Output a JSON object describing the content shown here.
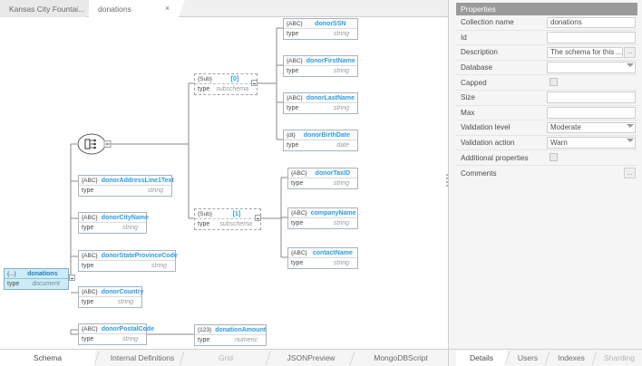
{
  "window": {
    "doc_tabs": [
      {
        "label": "Kansas City Fountai...",
        "active": false
      },
      {
        "label": "donations",
        "active": true,
        "close": "×"
      }
    ]
  },
  "diagram": {
    "root": {
      "type_tag": "{...}",
      "name": "donations",
      "key": "type",
      "value": "document",
      "selected": true
    },
    "choice_node": {
      "name": "choice-node",
      "tooltip": "anyOf"
    },
    "subschemas": [
      {
        "type_tag": "{Sub}",
        "name": "[0]",
        "key": "type",
        "value": "subschema"
      },
      {
        "type_tag": "{Sub}",
        "name": "[1]",
        "key": "type",
        "value": "subschema"
      }
    ],
    "fields": [
      {
        "type_tag": "{ABC}",
        "name": "donorSSN",
        "key": "type",
        "value": "string",
        "group": "sub0"
      },
      {
        "type_tag": "{ABC}",
        "name": "donorFirstName",
        "key": "type",
        "value": "string",
        "group": "sub0"
      },
      {
        "type_tag": "{ABC}",
        "name": "donorLastName",
        "key": "type",
        "value": "string",
        "group": "sub0"
      },
      {
        "type_tag": "{dt}",
        "name": "donorBirthDate",
        "key": "type",
        "value": "date",
        "group": "sub0"
      },
      {
        "type_tag": "{ABC}",
        "name": "donorTaxID",
        "key": "type",
        "value": "string",
        "group": "sub1"
      },
      {
        "type_tag": "{ABC}",
        "name": "companyName",
        "key": "type",
        "value": "string",
        "group": "sub1"
      },
      {
        "type_tag": "{ABC}",
        "name": "contactName",
        "key": "type",
        "value": "string",
        "group": "sub1"
      },
      {
        "type_tag": "{ABC}",
        "name": "donorAddressLine1Text",
        "key": "type",
        "value": "string",
        "group": "root"
      },
      {
        "type_tag": "{ABC}",
        "name": "donorCityName",
        "key": "type",
        "value": "string",
        "group": "root"
      },
      {
        "type_tag": "{ABC}",
        "name": "donorStateProvinceCode",
        "key": "type",
        "value": "string",
        "group": "root"
      },
      {
        "type_tag": "{ABC}",
        "name": "donorCountry",
        "key": "type",
        "value": "string",
        "group": "root"
      },
      {
        "type_tag": "{ABC}",
        "name": "donorPostalCode",
        "key": "type",
        "value": "string",
        "group": "root"
      },
      {
        "type_tag": "{123}",
        "name": "donationAmount",
        "key": "type",
        "value": "numeric",
        "group": "root"
      }
    ]
  },
  "bottom_tabs": [
    {
      "label": "Schema",
      "active": true,
      "disabled": false
    },
    {
      "label": "Internal Definitions",
      "active": false,
      "disabled": false
    },
    {
      "label": "Grid",
      "active": false,
      "disabled": true
    },
    {
      "label": "JSONPreview",
      "active": false,
      "disabled": false
    },
    {
      "label": "MongoDBScript",
      "active": false,
      "disabled": false
    }
  ],
  "properties": {
    "header": "Properties",
    "rows": [
      {
        "label": "Collection name",
        "control": "text",
        "value": "donations"
      },
      {
        "label": "Id",
        "control": "text",
        "value": ""
      },
      {
        "label": "Description",
        "control": "text-ell",
        "value": "The schema for this ...",
        "button": "..."
      },
      {
        "label": "Database",
        "control": "select",
        "value": ""
      },
      {
        "label": "Capped",
        "control": "checkbox",
        "value": ""
      },
      {
        "label": "Size",
        "control": "text",
        "value": ""
      },
      {
        "label": "Max",
        "control": "text",
        "value": ""
      },
      {
        "label": "Validation level",
        "control": "select",
        "value": "Moderate"
      },
      {
        "label": "Validation action",
        "control": "select",
        "value": "Warn"
      },
      {
        "label": "Additional properties",
        "control": "checkbox",
        "value": ""
      },
      {
        "label": "Comments",
        "control": "plain-ell",
        "value": "",
        "button": "..."
      }
    ]
  },
  "right_bottom_tabs": [
    {
      "label": "Details",
      "active": true,
      "disabled": false
    },
    {
      "label": "Users",
      "active": false,
      "disabled": false
    },
    {
      "label": "Indexes",
      "active": false,
      "disabled": false
    },
    {
      "label": "Sharding",
      "active": false,
      "disabled": true
    }
  ],
  "colors": {
    "accent": "#2b9fe8",
    "selection": "#cdecf7",
    "header_bar": "#9a9a9a",
    "node_border": "#a9b4bd"
  }
}
